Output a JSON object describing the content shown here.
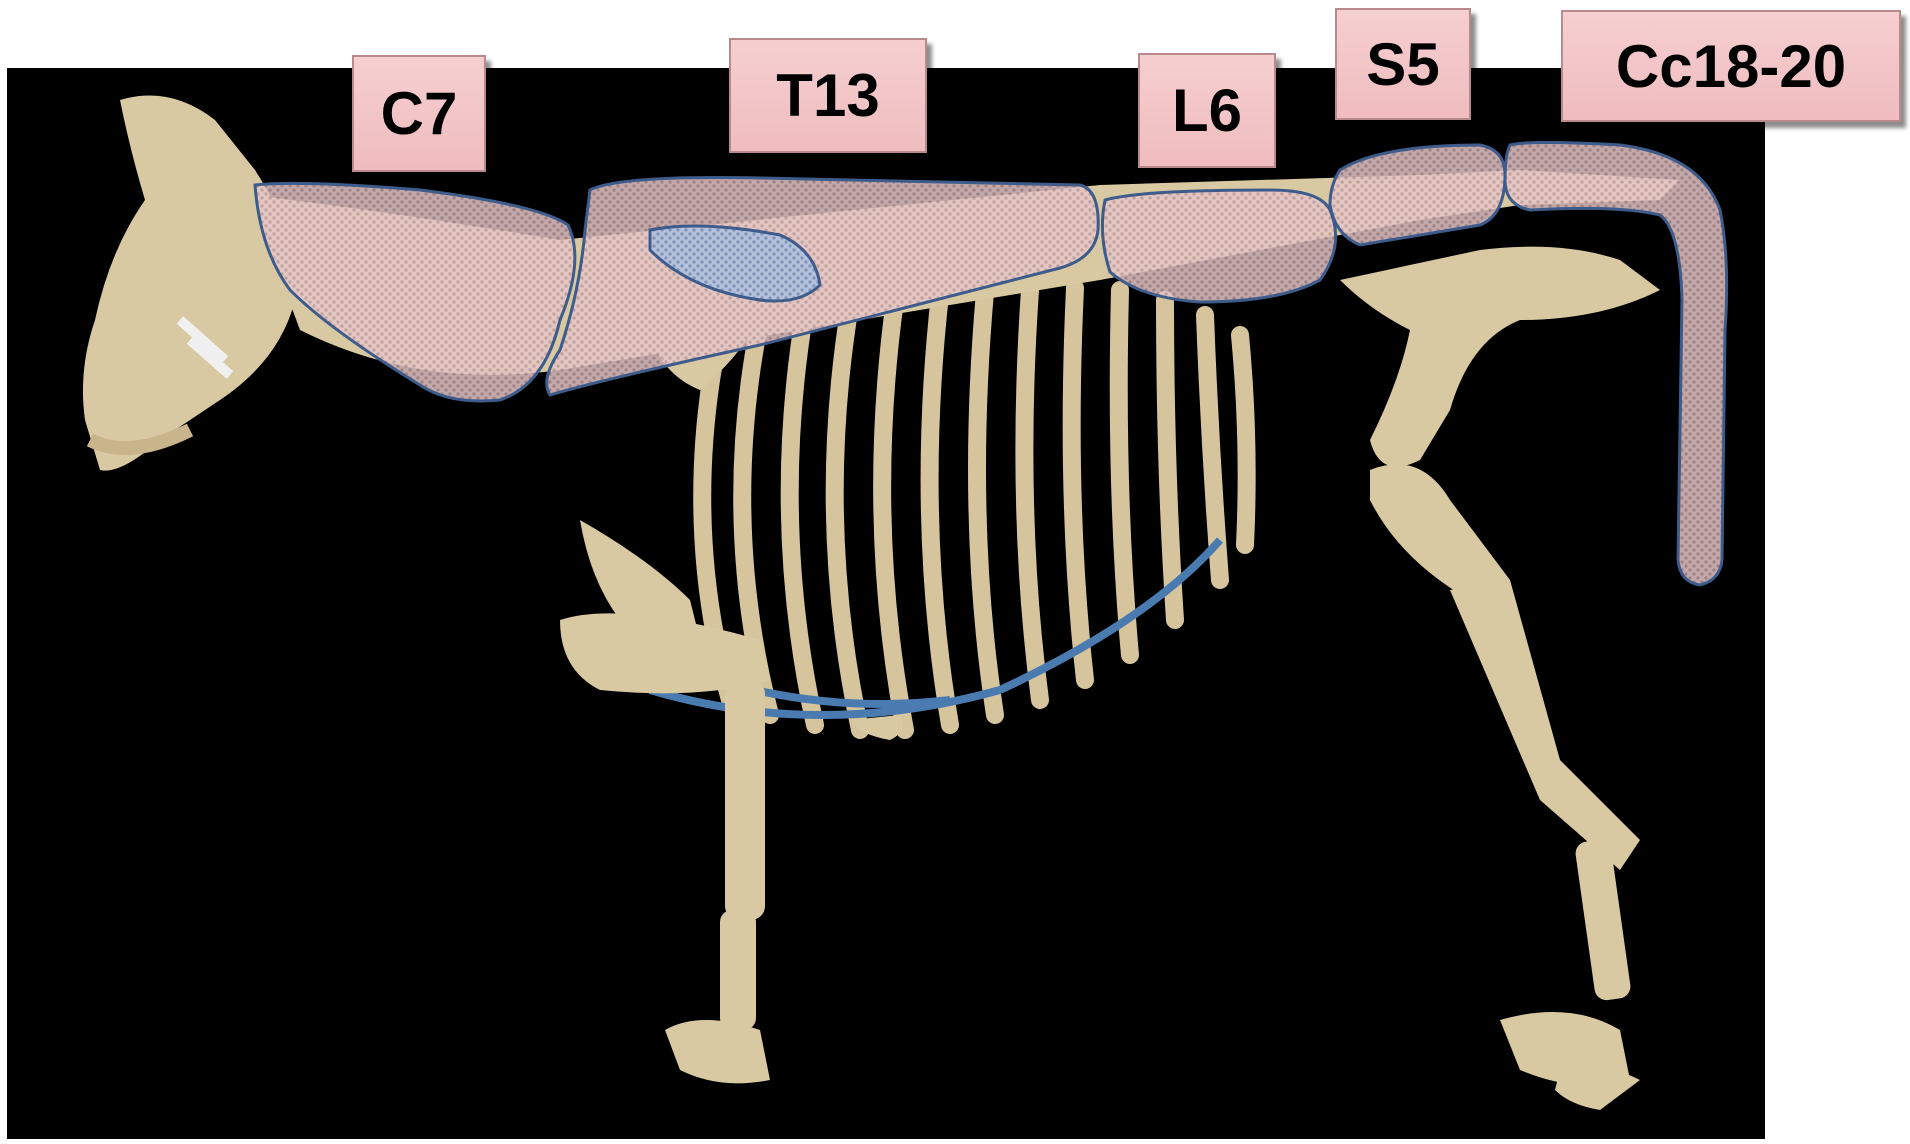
{
  "regions": {
    "cervical": {
      "label": "C7"
    },
    "thoracic": {
      "label": "T13"
    },
    "lumbar": {
      "label": "L6"
    },
    "sacral": {
      "label": "S5"
    },
    "coccygeal": {
      "label": "Cc18-20"
    }
  },
  "colors": {
    "background_photo": "#000000",
    "bone": "#d9c9a3",
    "region_fill": "#e8c3c5",
    "region_outline": "#3d5c8c",
    "label_fill": "#f3c5c8",
    "cartilage": "#4a7bb0"
  }
}
